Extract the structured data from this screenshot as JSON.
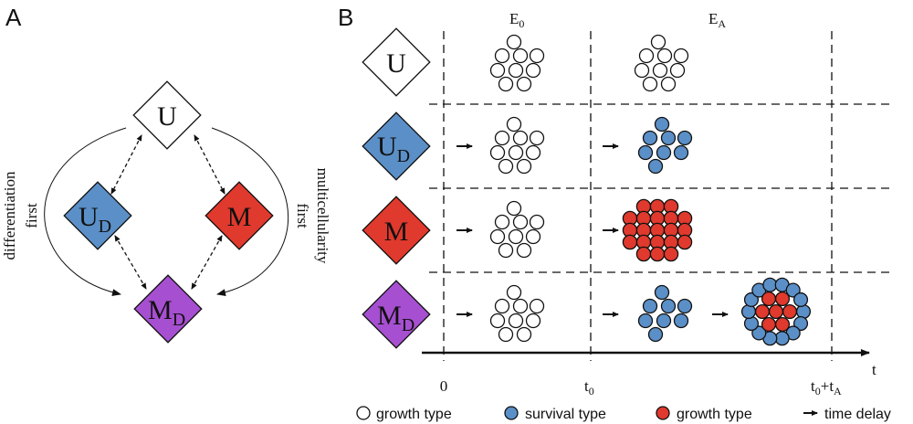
{
  "panel_a": {
    "letter": "A",
    "nodes": {
      "u": {
        "main": "U",
        "sub": ""
      },
      "ud": {
        "main": "U",
        "sub": "D"
      },
      "m": {
        "main": "M",
        "sub": ""
      },
      "md": {
        "main": "M",
        "sub": "D"
      }
    },
    "left_path_label": [
      "differentiation",
      "first"
    ],
    "right_path_label": [
      "multicellularity",
      "first"
    ]
  },
  "panel_b": {
    "letter": "B",
    "env_labels": [
      {
        "main": "E",
        "sub": "0"
      },
      {
        "main": "E",
        "sub": "A"
      }
    ],
    "rows": [
      {
        "main": "U",
        "sub": ""
      },
      {
        "main": "U",
        "sub": "D"
      },
      {
        "main": "M",
        "sub": ""
      },
      {
        "main": "M",
        "sub": "D"
      }
    ],
    "x_ticks": {
      "zero": "0",
      "t0": {
        "main": "t",
        "sub": "0"
      },
      "t0_tA": {
        "main": "t",
        "sub": "0",
        "plus": "+t",
        "sub2": "A"
      }
    },
    "axis_label": "t"
  },
  "legend": [
    {
      "label": "growth type",
      "swatch": "white"
    },
    {
      "label": "survival type",
      "swatch": "blue"
    },
    {
      "label": "growth type",
      "swatch": "red"
    },
    {
      "label": "time delay",
      "swatch": "arrow"
    }
  ],
  "colors": {
    "blue": "#5b8fc7",
    "red": "#e0392d",
    "purple": "#a64fd0",
    "white": "#ffffff",
    "stroke": "#111111"
  }
}
